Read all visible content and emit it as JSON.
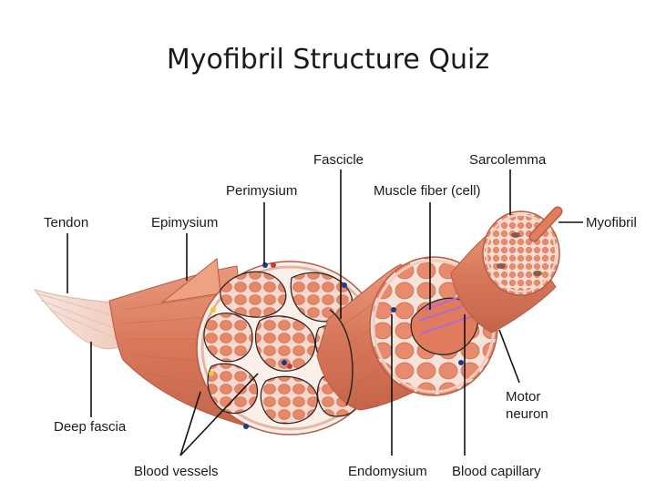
{
  "title": "Myofibril Structure Quiz",
  "labels": {
    "tendon": "Tendon",
    "epimysium": "Epimysium",
    "perimysium": "Perimysium",
    "fascicle": "Fascicle",
    "muscle_fiber": "Muscle fiber (cell)",
    "sarcolemma": "Sarcolemma",
    "myofibril": "Myofibril",
    "deep_fascia": "Deep fascia",
    "blood_vessels": "Blood vessels",
    "endomysium": "Endomysium",
    "blood_capillary": "Blood capillary",
    "motor_neuron_line1": "Motor",
    "motor_neuron_line2": "neuron"
  }
}
